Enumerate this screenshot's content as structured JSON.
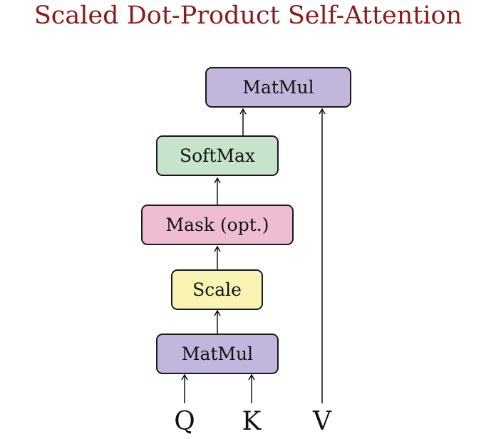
{
  "title": "Scaled Dot-Product Self-Attention",
  "colors": {
    "title": "#8b1a1a",
    "matmul": "#c3b6dc",
    "softmax": "#c8e3cb",
    "mask": "#f0bcd4",
    "scale": "#f9f4b4"
  },
  "nodes": [
    {
      "id": "matmul-top",
      "label": "MatMul",
      "color": "#c3b6dc"
    },
    {
      "id": "softmax",
      "label": "SoftMax",
      "color": "#c8e3cb"
    },
    {
      "id": "mask",
      "label": "Mask (opt.)",
      "color": "#f0bcd4"
    },
    {
      "id": "scale",
      "label": "Scale",
      "color": "#f9f4b4"
    },
    {
      "id": "matmul-bottom",
      "label": "MatMul",
      "color": "#c3b6dc"
    }
  ],
  "inputs": [
    {
      "id": "q",
      "label": "Q"
    },
    {
      "id": "k",
      "label": "K"
    },
    {
      "id": "v",
      "label": "V"
    }
  ]
}
